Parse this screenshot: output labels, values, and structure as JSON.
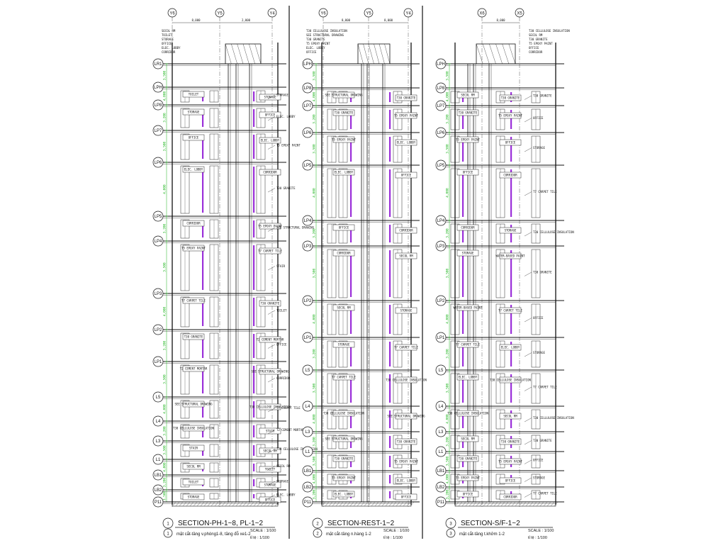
{
  "sheets": [
    {
      "id": "s1",
      "top_grids": [
        "Y6",
        "Y5",
        "Y4"
      ],
      "top_dims": [
        "8,000",
        "2,000"
      ],
      "level_labels": [
        "LR1",
        "LPH",
        "LP8",
        "LP7",
        "LP6",
        "LP5",
        "LP4",
        "LP3",
        "LP2",
        "LP1",
        "L5",
        "L4",
        "L3",
        "L1",
        "LB1",
        "LB2",
        "P11"
      ],
      "title": "SECTION-PH-1~8, PL-1~2",
      "scale": "SCALE : 1/100",
      "number": "1",
      "subtitle": "mặt cắt-tầng v.phòng1-8, tầng đỗ xe1-2",
      "subscale": "tỉ lệ : 1/100",
      "notes": [
        "SECOL RM",
        "TOILET",
        "STORAGE",
        "OFFICE",
        "ELEC. LOBBY",
        "CORRIDOR",
        "T5 EPOXY PAINT",
        "T7 CARPET TILE",
        "T30 GRANITE",
        "T2 CEMENT MORTAR",
        "SEE STRUCTURAL DRAWING",
        "T30 CELLULOSE INSULATION",
        "STAIR"
      ]
    },
    {
      "id": "s2",
      "top_grids": [
        "Y6",
        "Y5",
        "Y4"
      ],
      "top_dims": [
        "8,000",
        "8,000"
      ],
      "level_labels": [
        "LPH",
        "LP8",
        "LP7",
        "LP6",
        "LP5",
        "LP4",
        "LP3",
        "LP2",
        "LP1",
        "L5",
        "L4",
        "L3",
        "L1",
        "LB1",
        "LB2",
        "P11"
      ],
      "title": "SECTION-REST-1~2",
      "scale": "SCALE : 1/100",
      "number": "2",
      "subtitle": "mặt cắt-tầng n.hàng 1-2",
      "subscale": "tỉ lệ : 1/100",
      "notes": [
        "T30 CELLULOSE INSULATION",
        "SEE STRUCTURAL DRAWING",
        "T30 GRANITE",
        "T5 EPOXY PAINT",
        "ELEC. LOBBY",
        "OFFICE",
        "CORRIDOR",
        "SECOL RM",
        "STORAGE",
        "T7 CARPET TILE"
      ]
    },
    {
      "id": "s3",
      "top_grids": [
        "X6",
        "X5"
      ],
      "top_dims": [
        "8,000"
      ],
      "level_labels": [
        "LPH",
        "LP8",
        "LP7",
        "LP6",
        "LP5",
        "LP4",
        "LP3",
        "LP2",
        "LP1",
        "L5",
        "L4",
        "L3",
        "L1",
        "LB1",
        "LB2",
        "P11"
      ],
      "title": "SECTION-S/F-1~2",
      "scale": "SCALE : 1/100",
      "number": "3",
      "subtitle": "mặt cắt-tầng t.khởm 1-2",
      "subscale": "tỉ lệ : 1/100",
      "notes": [
        "T30 CELLULOSE INSULATION",
        "SECOL RM",
        "T30 GRANITE",
        "T5 EPOXY PAINT",
        "OFFICE",
        "CORRIDOR",
        "STORAGE",
        "WATER-BASED PAINT",
        "T7 CARPET TILE",
        "ELEC. LOBBY"
      ]
    }
  ],
  "colors": {
    "ink": "#111111",
    "green": "#1fb51f",
    "purple": "#9b30d9",
    "grey": "#888888"
  }
}
